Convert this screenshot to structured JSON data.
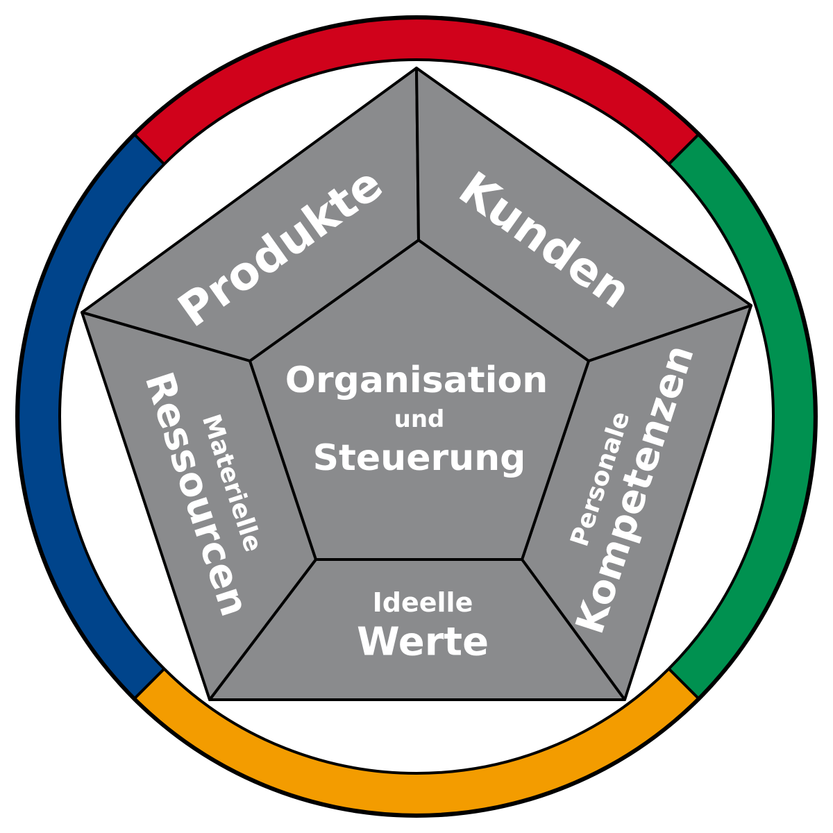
{
  "ring": {
    "colors": {
      "top": "#d0021b",
      "right": "#009150",
      "bottom": "#f39c00",
      "left": "#00448b"
    }
  },
  "pentagon": {
    "fill": "#8a8b8d",
    "line_color": "#000000"
  },
  "center": {
    "line1": "Organisation",
    "line2": "und",
    "line3": "Steuerung"
  },
  "segments": {
    "produkte": "Produkte",
    "kunden": "Kunden",
    "personale_line1": "Personale",
    "personale_line2": "Kompetenzen",
    "ideelle_line1": "Ideelle",
    "ideelle_line2": "Werte",
    "materielle_line1": "Materielle",
    "materielle_line2": "Ressourcen"
  }
}
